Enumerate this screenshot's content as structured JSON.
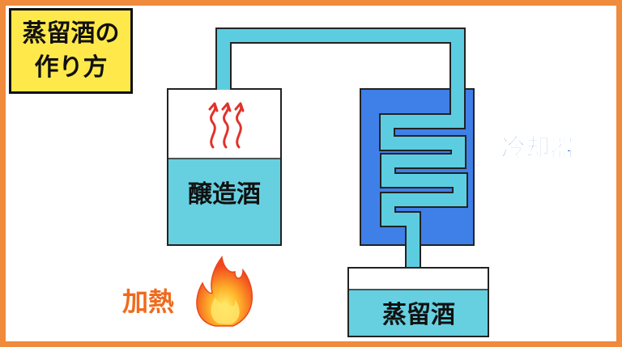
{
  "title": {
    "line1": "蒸留酒の",
    "line2": "作り方"
  },
  "labels": {
    "left_tank": "醸造酒",
    "heat": "加熱",
    "cooler": "冷却器",
    "receiver": "蒸留酒"
  },
  "colors": {
    "border": "#f08a3c",
    "title_bg": "#ffe94a",
    "liquid": "#66d0e0",
    "pipe": "#5ccde0",
    "cooler": "#3f7fe8",
    "steam": "#e0332b",
    "heat_text": "#f06a1c",
    "cooler_text": "#2f6fd8"
  },
  "icons": {
    "steam": "steam-arrows-icon",
    "flame": "flame-icon"
  }
}
